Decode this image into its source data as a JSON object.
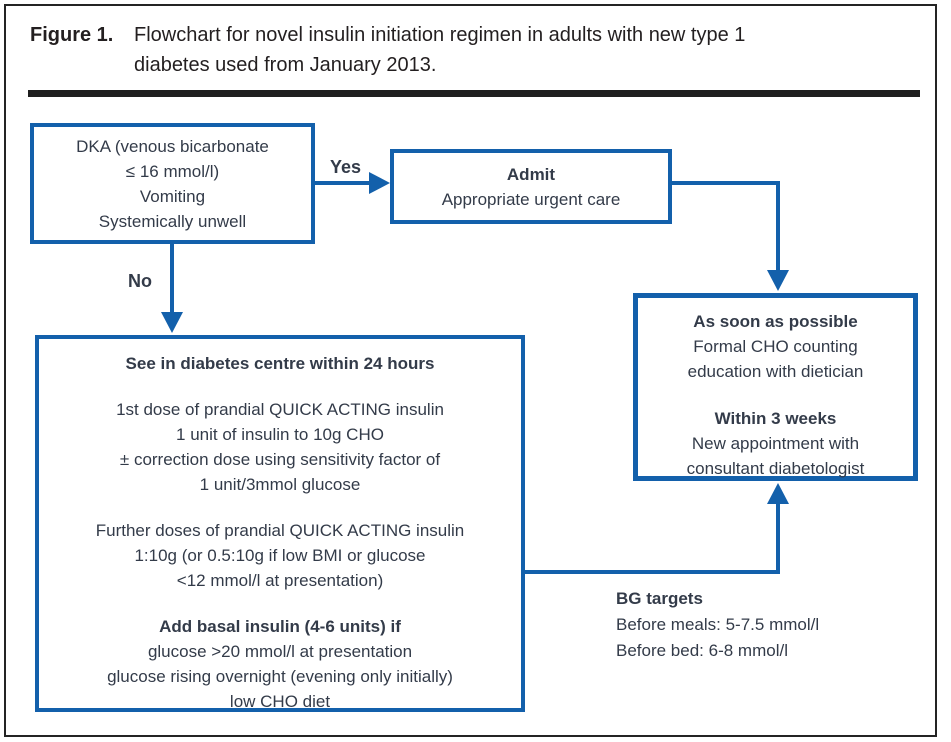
{
  "caption": {
    "label": "Figure 1.",
    "line1": "Flowchart for novel insulin initiation regimen in adults with new type 1",
    "line2": "diabetes used from January 2013."
  },
  "labels": {
    "yes": "Yes",
    "no": "No"
  },
  "colors": {
    "accent_blue": "#1360ab",
    "text_dark": "#333b49",
    "rule_black": "#1f1f1f"
  },
  "boxes": {
    "dka": {
      "lines": [
        "DKA (venous bicarbonate",
        "≤ 16 mmol/l)",
        "Vomiting",
        "Systemically unwell"
      ]
    },
    "admit": {
      "title": "Admit",
      "subtitle": "Appropriate urgent care"
    },
    "followup": {
      "heading1": "As soon as possible",
      "lines1": [
        "Formal CHO counting",
        "education with dietician"
      ],
      "heading2": "Within 3 weeks",
      "lines2": [
        "New appointment with",
        "consultant diabetologist"
      ]
    },
    "centre": {
      "heading": "See in diabetes centre within 24 hours",
      "para1": [
        "1st dose of prandial QUICK ACTING insulin",
        "1 unit of insulin to 10g CHO",
        "± correction dose using sensitivity factor of",
        "1 unit/3mmol glucose"
      ],
      "para2": [
        "Further doses of prandial QUICK ACTING insulin",
        "1:10g (or 0.5:10g if low BMI or glucose",
        "<12 mmol/l at presentation)"
      ],
      "para3_heading": "Add basal insulin (4-6 units) if",
      "para3": [
        "glucose >20 mmol/l at presentation",
        "glucose rising overnight (evening only initially)",
        "low CHO diet"
      ]
    }
  },
  "bg_targets": {
    "heading": "BG targets",
    "lines": [
      "Before meals: 5-7.5 mmol/l",
      "Before bed: 6-8 mmol/l"
    ]
  }
}
